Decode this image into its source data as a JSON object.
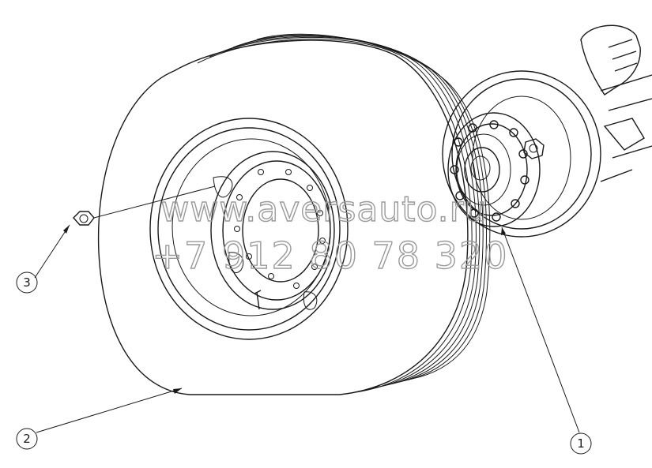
{
  "callouts": [
    {
      "label": "1"
    },
    {
      "label": "2"
    },
    {
      "label": "3"
    }
  ],
  "watermark": {
    "url": "www.aversauto.ru",
    "phone": "+7 912 80 78 320"
  }
}
